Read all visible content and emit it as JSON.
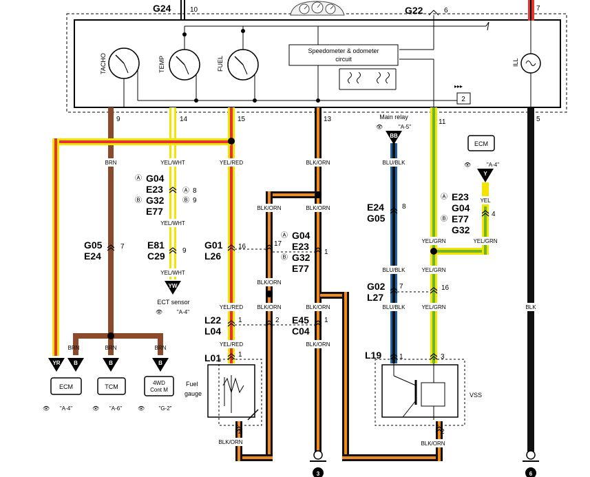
{
  "colors": {
    "brn": "#8b4a2b",
    "yel": "#f5e400",
    "orn": "#f08a1c",
    "blk": "#111111",
    "blu": "#1f5fa8",
    "grn": "#6cb52d",
    "red": "#e3342f"
  },
  "top": {
    "g24": "G24",
    "g24_pin": "10",
    "g22": "G22",
    "g22_pin": "6",
    "right_pin": "7"
  },
  "meter": {
    "tacho": "TACHO",
    "temp": "TEMP",
    "fuel": "FUEL",
    "speedo_line1": "Speedometer & odometer",
    "speedo_line2": "circuit",
    "ill": "ILL",
    "box2": "2",
    "pin9": "9",
    "pin14": "14",
    "pin15": "15",
    "pin13": "13",
    "pin11": "11",
    "pin5": "5"
  },
  "wires": {
    "brn": "BRN",
    "yel_wht": "YEL/WHT",
    "yel_red": "YEL/RED",
    "blk_orn": "BLK/ORN",
    "blu_blk": "BLU/BLK",
    "yel_grn": "YEL/GRN",
    "yel": "YEL",
    "blk": "BLK"
  },
  "connectors": {
    "a": "Ⓐ",
    "b": "Ⓑ",
    "g04": "G04",
    "e23": "E23",
    "g32": "G32",
    "e77": "E77",
    "g05": "G05",
    "e24": "E24",
    "e81": "E81",
    "c29": "C29",
    "g01": "G01",
    "l26": "L26",
    "l22": "L22",
    "l04": "L04",
    "l01": "L01",
    "e45": "E45",
    "c04": "C04",
    "g02": "G02",
    "l27": "L27",
    "l19": "L19",
    "p8": "8",
    "p9": "9",
    "p7": "7",
    "p16": "16",
    "p17": "17",
    "p1": "1",
    "p2": "2",
    "p3": "3",
    "p4": "4"
  },
  "components": {
    "main_relay": "Main relay",
    "main_relay_ref": "\"A-5\"",
    "ecm": "ECM",
    "ecm_ref": "\"A-4\"",
    "tcm": "TCM",
    "tcm_ref": "\"A-6\"",
    "wd_line1": "4WD",
    "wd_line2": "Cont M",
    "wd_ref": "\"G-2\"",
    "ect_sensor": "ECT sensor",
    "ect_ref": "\"A-4\"",
    "fuel_gauge_1": "Fuel",
    "fuel_gauge_2": "gauge",
    "vss": "VSS"
  },
  "terminals": {
    "yr": "YR",
    "b": "B",
    "yw": "YW",
    "bb": "BB",
    "y": "Y"
  },
  "grounds": {
    "g3": "3",
    "g6": "6"
  }
}
